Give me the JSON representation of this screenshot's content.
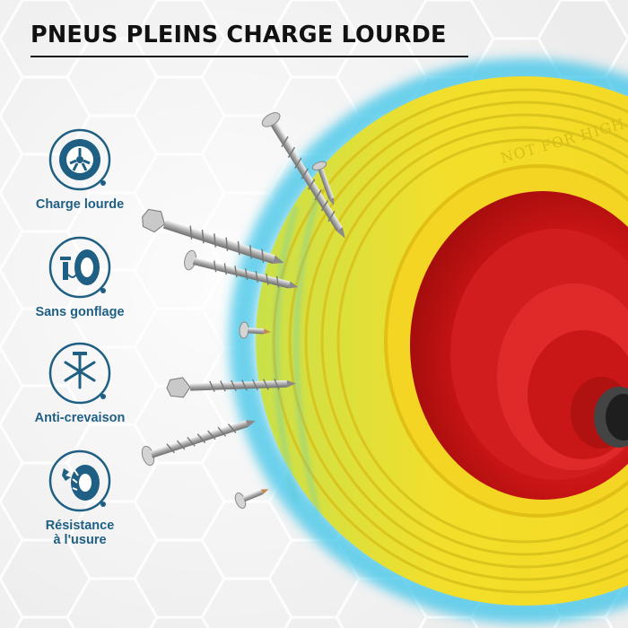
{
  "title": "PNEUS PLEINS CHARGE LOURDE",
  "tire_text": "NOT FOR HIGH",
  "features": [
    {
      "label": "Charge lourde",
      "icon": "tire-icon"
    },
    {
      "label": "Sans gonflage",
      "icon": "pump-tire-icon"
    },
    {
      "label": "Anti-crevaison",
      "icon": "nail-burst-icon"
    },
    {
      "label": "Résistance\nà l'usure",
      "icon": "worn-tire-icon"
    }
  ],
  "colors": {
    "accent": "#1f5f83",
    "tire_yellow": "#f2d92a",
    "rim_red": "#d41a1a",
    "title": "#111111"
  }
}
